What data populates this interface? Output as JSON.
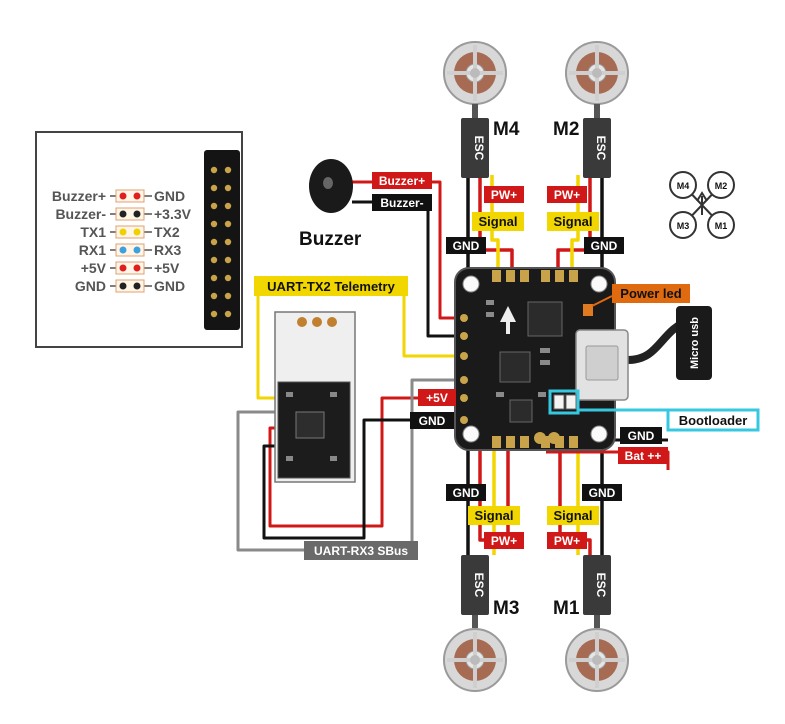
{
  "header_pins": {
    "rows": [
      {
        "left": "Buzzer+",
        "right": "GND",
        "color": "#e02020"
      },
      {
        "left": "Buzzer-",
        "right": "+3.3V",
        "color": "#222222"
      },
      {
        "left": "TX1",
        "right": "TX2",
        "color": "#f0d000"
      },
      {
        "left": "RX1",
        "right": "RX3",
        "color": "#3fa0e0"
      },
      {
        "left": "+5V",
        "right": "+5V",
        "color": "#e02020"
      },
      {
        "left": "GND",
        "right": "GND",
        "color": "#222222"
      }
    ]
  },
  "motors": {
    "m4": "M4",
    "m2": "M2",
    "m3": "M3",
    "m1": "M1"
  },
  "esc_label": "ESC",
  "wire_labels": {
    "signal": "Signal",
    "pw_plus": "PW+",
    "gnd": "GND",
    "plus5v": "+5V"
  },
  "buzzer": {
    "title": "Buzzer",
    "plus": "Buzzer+",
    "minus": "Buzzer-"
  },
  "uart": {
    "tx2": "UART-TX2 Telemetry",
    "rx3": "UART-RX3 SBus"
  },
  "board": {
    "power_led": "Power led",
    "micro_usb": "Micro usb",
    "bootloader": "Bootloader",
    "bat": "Bat ++"
  },
  "quad_icon": {
    "m4": "M4",
    "m2": "M2",
    "m3": "M3",
    "m1": "M1"
  },
  "colors": {
    "red_wire": "#d01818",
    "black_wire": "#111111",
    "yellow_wire": "#f2d600",
    "blue_label": "#35c8e0",
    "orange_label": "#e06a10",
    "gray_label": "#6a6a6a"
  }
}
